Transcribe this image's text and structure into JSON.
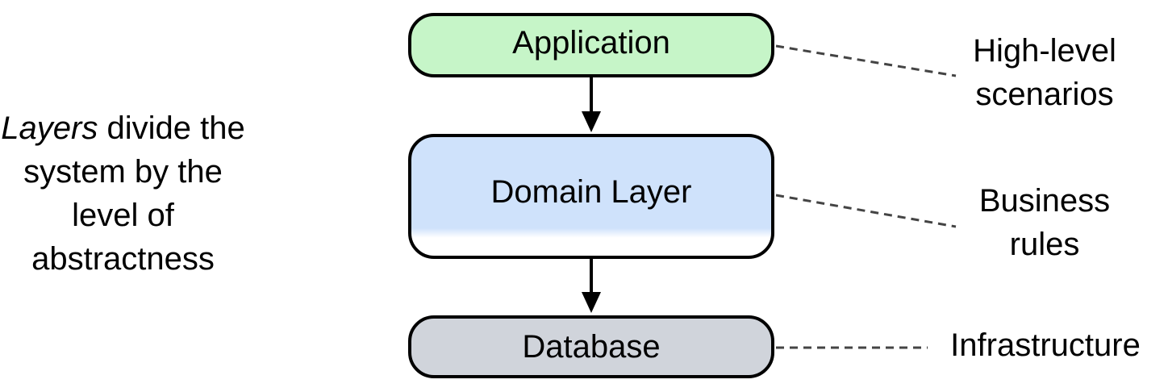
{
  "caption": {
    "emphasis": "Layers",
    "rest": " divide the system by the level of abstractness"
  },
  "layers": [
    {
      "label": "Application",
      "fill": "#c6f5c8",
      "note": "High-level scenarios"
    },
    {
      "label": "Domain Layer",
      "fill": "#cfe2fb",
      "note": "Business rules"
    },
    {
      "label": "Database",
      "fill": "#d0d4db",
      "note": "Infrastructure"
    }
  ],
  "colors": {
    "stroke": "#000000",
    "connector": "#444444"
  }
}
